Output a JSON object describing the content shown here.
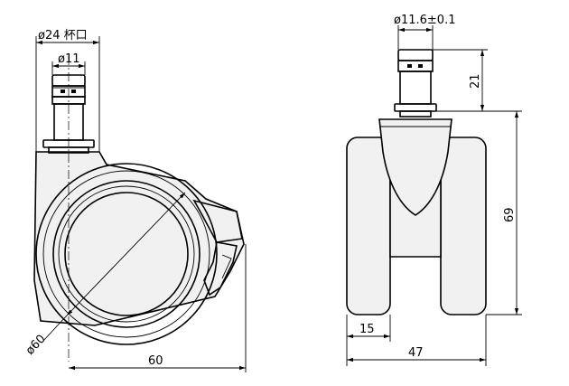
{
  "diagram": {
    "dimensions": {
      "cup_diameter": "ø24 杯口",
      "stem_diameter": "ø11",
      "pin_diameter": "ø11.6±0.1",
      "wheel_diameter": "ø60",
      "side_width": "60",
      "pin_height": "21",
      "total_height": "69",
      "tire_width": "15",
      "total_width": "47"
    }
  }
}
